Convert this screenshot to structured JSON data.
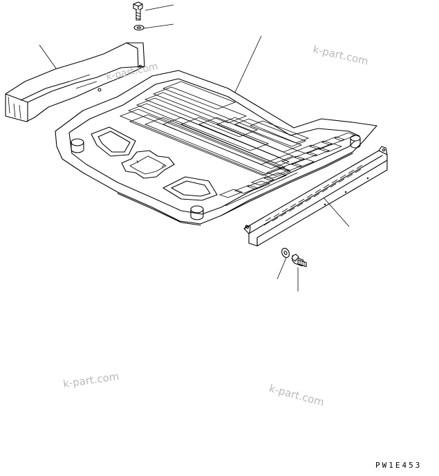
{
  "watermarks": [
    "k-part.com",
    "k-part.com",
    "k-part.com",
    "k-part.com"
  ],
  "drawing_code": "PW1E453",
  "parts": [
    {
      "name": "bolt-top"
    },
    {
      "name": "washer-top"
    },
    {
      "name": "duct"
    },
    {
      "name": "floor-mat"
    },
    {
      "name": "rail-plate"
    },
    {
      "name": "washer-bottom"
    },
    {
      "name": "bolt-bottom"
    }
  ],
  "line_color": "#000000",
  "watermark_color": "#b9b9b9"
}
